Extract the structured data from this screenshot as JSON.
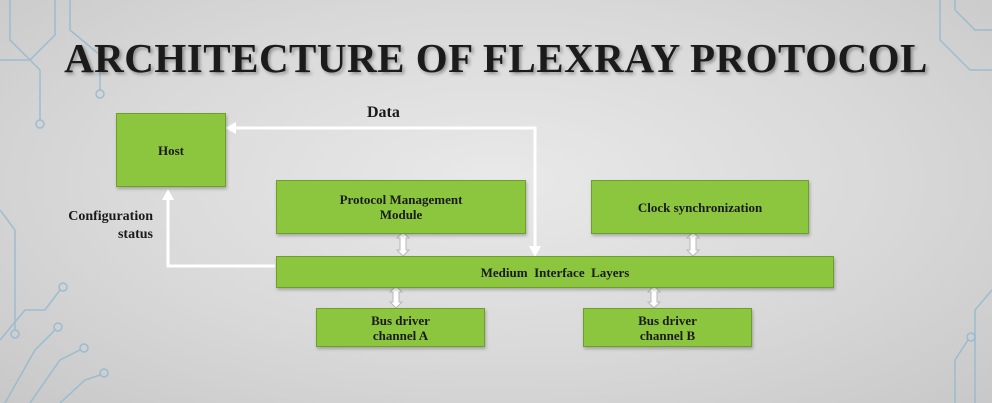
{
  "title": "ARCHITECTURE OF FLEXRAY PROTOCOL",
  "labels": {
    "data": "Data",
    "config_line1": "Configuration",
    "config_line2": "status"
  },
  "blocks": {
    "host": "Host",
    "pmm_line1": "Protocol Management",
    "pmm_line2": "Module",
    "clock": "Clock synchronization",
    "mil": "Medium  Interface  Layers",
    "bus_a_line1": "Bus driver",
    "bus_a_line2": "channel A",
    "bus_b_line1": "Bus driver",
    "bus_b_line2": "channel B"
  },
  "colors": {
    "block_fill": "#8cc63f",
    "arrow": "#ffffff",
    "circuit_decor": "#8fb8cf"
  }
}
